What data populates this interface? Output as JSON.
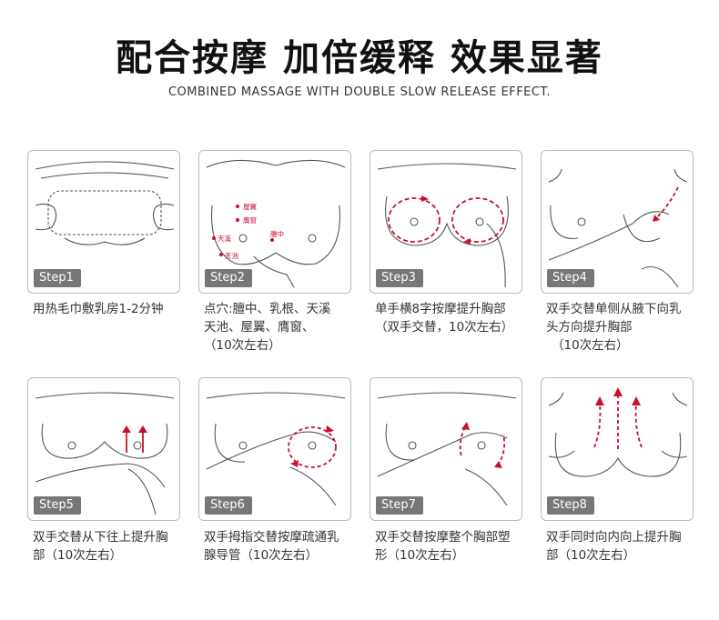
{
  "header": {
    "title": "配合按摩 加倍缓释 效果显著",
    "subtitle": "COMBINED MASSAGE WITH DOUBLE SLOW RELEASE EFFECT."
  },
  "colors": {
    "accent": "#c8102e",
    "badge": "#777777",
    "line": "#555555"
  },
  "steps": [
    {
      "label": "Step1",
      "lines": [
        "用热毛巾敷乳房1-2分钟"
      ]
    },
    {
      "label": "Step2",
      "lines": [
        "点穴:膻中、乳根、天溪",
        "天池、屋翼、膺窗、",
        "（10次左右）"
      ],
      "points": [
        "屋翼",
        "膺窗",
        "天溪",
        "膻中",
        "天池"
      ]
    },
    {
      "label": "Step3",
      "lines": [
        "单手横8字按摩提升胸部",
        "（双手交替，10次左右）"
      ]
    },
    {
      "label": "Step4",
      "lines": [
        "双手交替单侧从腋下向乳",
        "头方向提升胸部",
        "（10次左右）"
      ]
    },
    {
      "label": "Step5",
      "lines": [
        "双手交替从下往上提升胸",
        "部（10次左右）"
      ]
    },
    {
      "label": "Step6",
      "lines": [
        "双手拇指交替按摩疏通乳",
        "腺导管（10次左右）"
      ]
    },
    {
      "label": "Step7",
      "lines": [
        "双手交替按摩整个胸部塑",
        "形（10次左右）"
      ]
    },
    {
      "label": "Step8",
      "lines": [
        "双手同时向内向上提升胸",
        "部（10次左右）"
      ]
    }
  ]
}
